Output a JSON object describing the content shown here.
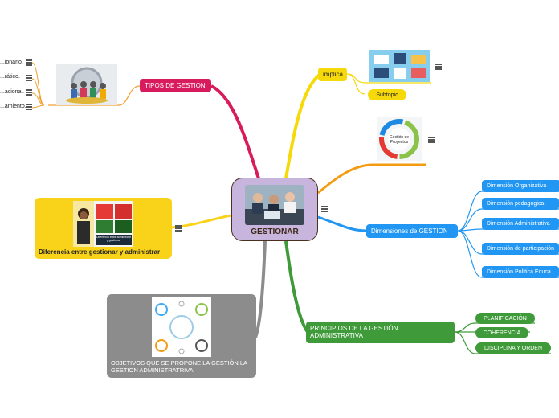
{
  "center": {
    "title": "GESTIONAR"
  },
  "tipos": {
    "label": "TIPOS DE GESTION",
    "color": "#d81b5c",
    "leaves": [
      "...ionario.",
      "...rático.",
      "...acional.",
      "...amiento."
    ]
  },
  "implica": {
    "label": "implica",
    "color": "#f5d90a",
    "subtopic": "Subtopic"
  },
  "dimensiones": {
    "label": "Dimensiones de GESTION",
    "color": "#2196f3",
    "items": [
      "Dimensión Organizativa",
      "Dimensión pedagogica",
      "Dimensión Administrativa",
      "Dimensión de participación",
      "Dimensión Política Educa..."
    ]
  },
  "principios": {
    "label": "PRINCIPIOS DE LA GESTIÓN ADMINISTRATIVA",
    "color": "#3f9a3a",
    "items": [
      "PLANIFICACIÓN",
      "COHERENCIA",
      "DISCIPLINA Y ORDEN"
    ]
  },
  "objetivos": {
    "label": "OBJETIVOS QUE SE PROPONE LA GESTIÓN LA GESTION ADMINISTRATRIVA",
    "color": "#8c8c8c"
  },
  "diferencia": {
    "label": "Diferencia entre gestionar y administrar",
    "color": "#f8d31a",
    "image_text": "Diferencia entre administrar y gestionar"
  },
  "proyectos": {
    "image_text": "Gestión de Proyectos",
    "color": "#f39c12"
  }
}
